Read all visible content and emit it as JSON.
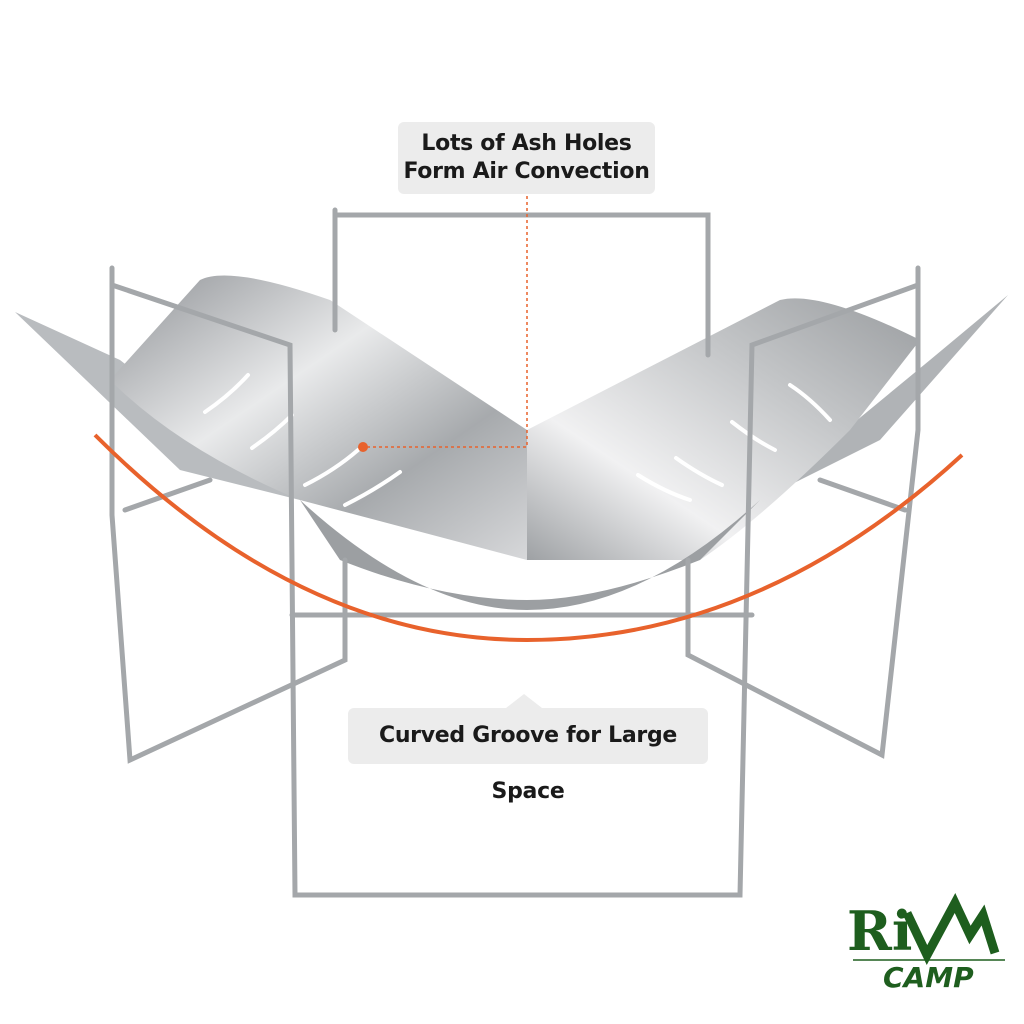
{
  "callouts": {
    "top_line1": "Lots of Ash Holes",
    "top_line2": "Form Air Convection",
    "bottom": "Curved Groove for Large Space"
  },
  "logo": {
    "text": "RIVAN CAMP",
    "color": "#1e5e1e"
  },
  "colors": {
    "accent": "#e8622c",
    "callout_bg": "#ececec",
    "steel": "#b9bcbf"
  }
}
